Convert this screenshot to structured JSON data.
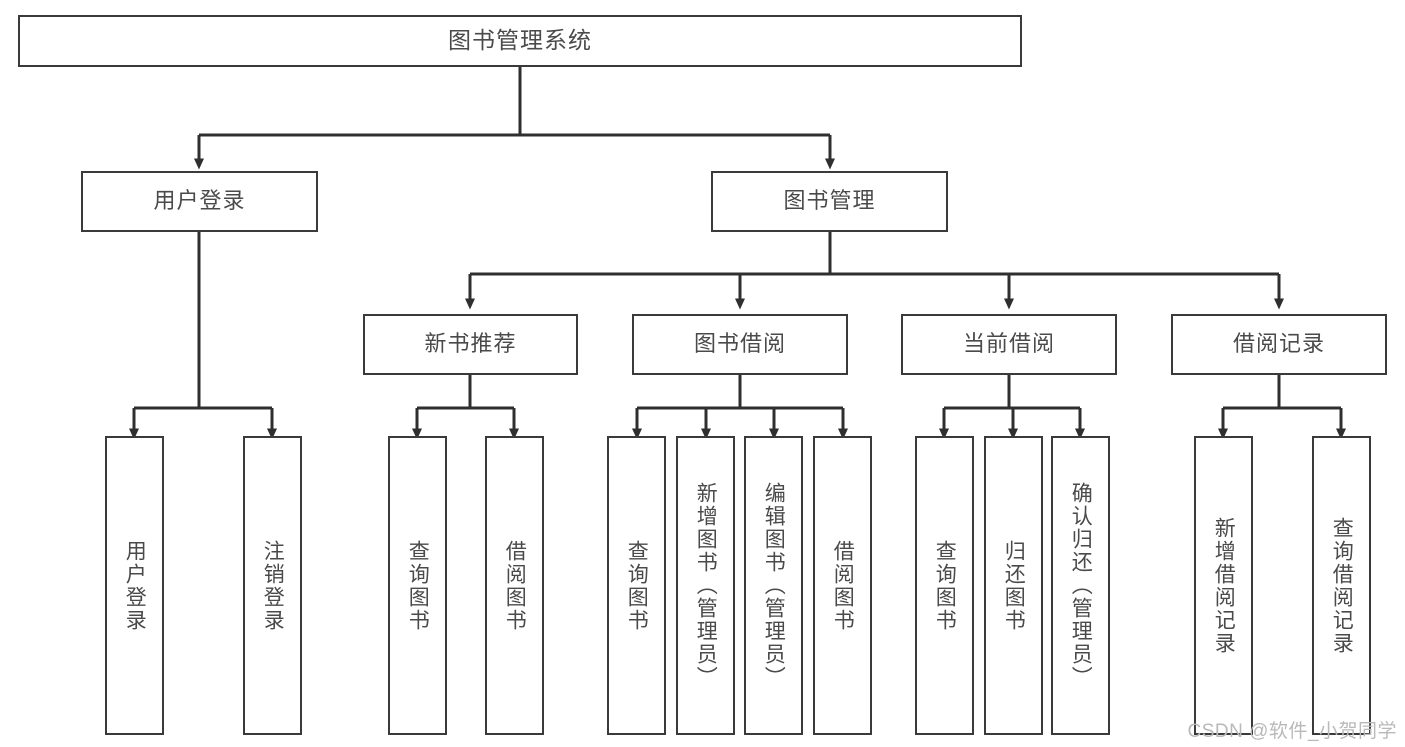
{
  "diagram": {
    "title": "图书管理系统",
    "type": "tree",
    "watermark": "CSDN @软件_小贺同学",
    "colors": {
      "background": "#ffffff",
      "box_border": "#3a3a3a",
      "box_fill": "#ffffff",
      "text": "#4a4a4a",
      "edge": "#2f2f2f",
      "watermark": "#b9b9b9"
    },
    "root": {
      "label": "图书管理系统"
    },
    "level2": [
      {
        "id": "user-login",
        "label": "用户登录"
      },
      {
        "id": "book-manage",
        "label": "图书管理"
      }
    ],
    "level3": [
      {
        "id": "new-book-recommend",
        "label": "新书推荐",
        "parent": "book-manage"
      },
      {
        "id": "book-borrow",
        "label": "图书借阅",
        "parent": "book-manage"
      },
      {
        "id": "current-borrow",
        "label": "当前借阅",
        "parent": "book-manage"
      },
      {
        "id": "borrow-record",
        "label": "借阅记录",
        "parent": "book-manage"
      }
    ],
    "leaves": {
      "user-login": [
        {
          "id": "leaf-user-login",
          "label": "用户登录"
        },
        {
          "id": "leaf-user-logout",
          "label": "注销登录"
        }
      ],
      "new-book-recommend": [
        {
          "id": "leaf-query-book-1",
          "label": "查询图书"
        },
        {
          "id": "leaf-borrow-book-1",
          "label": "借阅图书"
        }
      ],
      "book-borrow": [
        {
          "id": "leaf-query-book-2",
          "label": "查询图书"
        },
        {
          "id": "leaf-add-book",
          "label": "新增图书（管理员）"
        },
        {
          "id": "leaf-edit-book",
          "label": "编辑图书（管理员）"
        },
        {
          "id": "leaf-borrow-book-2",
          "label": "借阅图书"
        }
      ],
      "current-borrow": [
        {
          "id": "leaf-query-book-3",
          "label": "查询图书"
        },
        {
          "id": "leaf-return-book",
          "label": "归还图书"
        },
        {
          "id": "leaf-confirm-return",
          "label": "确认归还（管理员）"
        }
      ],
      "borrow-record": [
        {
          "id": "leaf-add-record",
          "label": "新增借阅记录"
        },
        {
          "id": "leaf-query-record",
          "label": "查询借阅记录"
        }
      ]
    }
  }
}
